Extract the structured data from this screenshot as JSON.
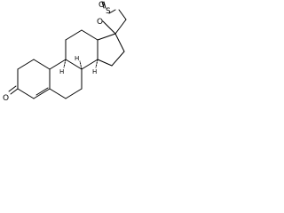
{
  "molecule": {
    "kind": "steroid spiro sulfinyl lactone (skeletal structure)",
    "atom_labels": {
      "ketone_oxygen": "O",
      "ring_oxygen": "O",
      "sulfur": "S",
      "sulfinyl_oxygen": "O"
    },
    "stereo_labels": {
      "h8": "H",
      "h9": "H",
      "h14": "H"
    }
  }
}
